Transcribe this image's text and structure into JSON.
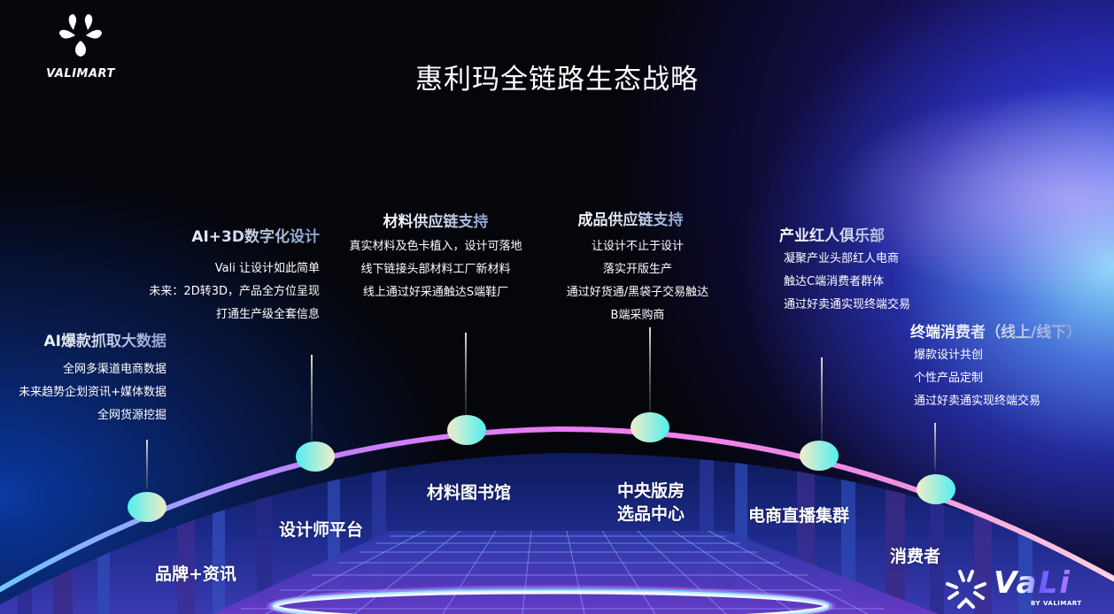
{
  "brand": {
    "logo_icon": "valimart-flower-icon",
    "logo_text": "VALIMART",
    "footer_logo_word": "VaLi",
    "footer_logo_sub": "BY VALIMART"
  },
  "title": "惠利玛全链路生态战略",
  "colors": {
    "background": "#05060c",
    "arc_start": "#6fc6ff",
    "arc_mid": "#c77dff",
    "arc_peak": "#f07cf0",
    "arc_end": "#ffd0e0",
    "node_a": "#4ff0f0",
    "node_b": "#f4ecc8"
  },
  "blocks": [
    {
      "id": "ai-data",
      "heading": "AI爆款抓取大数据",
      "lines": [
        "全网多渠道电商数据",
        "未来趋势企划资讯+媒体数据",
        "全网货源挖掘"
      ]
    },
    {
      "id": "ai-3d",
      "heading": "AI+3D数字化设计",
      "lines": [
        "Vali 让设计如此简单",
        "未来：2D转3D，产品全方位呈现",
        "打通生产级全套信息"
      ]
    },
    {
      "id": "material-supply",
      "heading": "材料供应链支持",
      "lines": [
        "真实材料及色卡植入，设计可落地",
        "线下链接头部材料工厂新材料",
        "线上通过好采通触达S端鞋厂"
      ]
    },
    {
      "id": "product-supply",
      "heading": "成品供应链支持",
      "lines": [
        "让设计不止于设计",
        "落实开版生产",
        "通过好货通/黑袋子交易触达",
        "B端采购商"
      ]
    },
    {
      "id": "influencer-club",
      "heading": "产业红人俱乐部",
      "lines": [
        "凝聚产业头部红人电商",
        "触达C端消费者群体",
        "通过好卖通实现终端交易"
      ]
    },
    {
      "id": "end-consumer",
      "heading": "终端消费者（线上/线下）",
      "lines": [
        "爆款设计共创",
        "个性产品定制",
        "通过好卖通实现终端交易"
      ]
    }
  ],
  "stages": [
    {
      "id": "brand-info",
      "label": "品牌+资讯"
    },
    {
      "id": "designer-platform",
      "label": "设计师平台"
    },
    {
      "id": "material-library",
      "label": "材料图书馆"
    },
    {
      "id": "central-sample-room",
      "label_line1": "中央版房",
      "label_line2": "选品中心"
    },
    {
      "id": "ecommerce-live",
      "label": "电商直播集群"
    },
    {
      "id": "consumer",
      "label": "消费者"
    }
  ]
}
